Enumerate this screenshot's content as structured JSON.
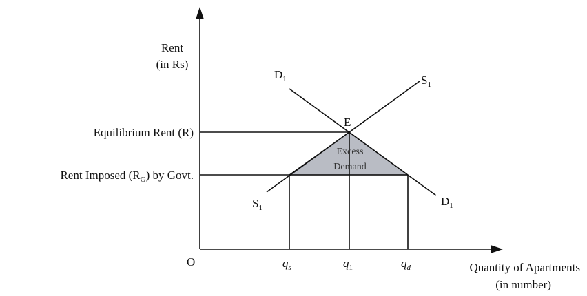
{
  "axes": {
    "origin": "O",
    "y_label_line1": "Rent",
    "y_label_line2": "(in Rs)",
    "x_label_line1": "Quantity of Apartments",
    "x_label_line2": "(in number)"
  },
  "price_levels": {
    "equilibrium": "Equilibrium Rent (R)",
    "imposed_prefix": "Rent Imposed (R",
    "imposed_sub": "G",
    "imposed_suffix": ") by Govt."
  },
  "curves": {
    "demand_letter": "D",
    "demand_sub": "1",
    "supply_letter": "S",
    "supply_sub": "1"
  },
  "points": {
    "equilibrium": "E"
  },
  "region": {
    "line1": "Excess",
    "line2": "Demand",
    "fill": "#b9bcc4"
  },
  "quantities": {
    "qs_letter": "q",
    "qs_sub": "s",
    "q1_letter": "q",
    "q1_sub": "1",
    "qd_letter": "q",
    "qd_sub": "d"
  }
}
